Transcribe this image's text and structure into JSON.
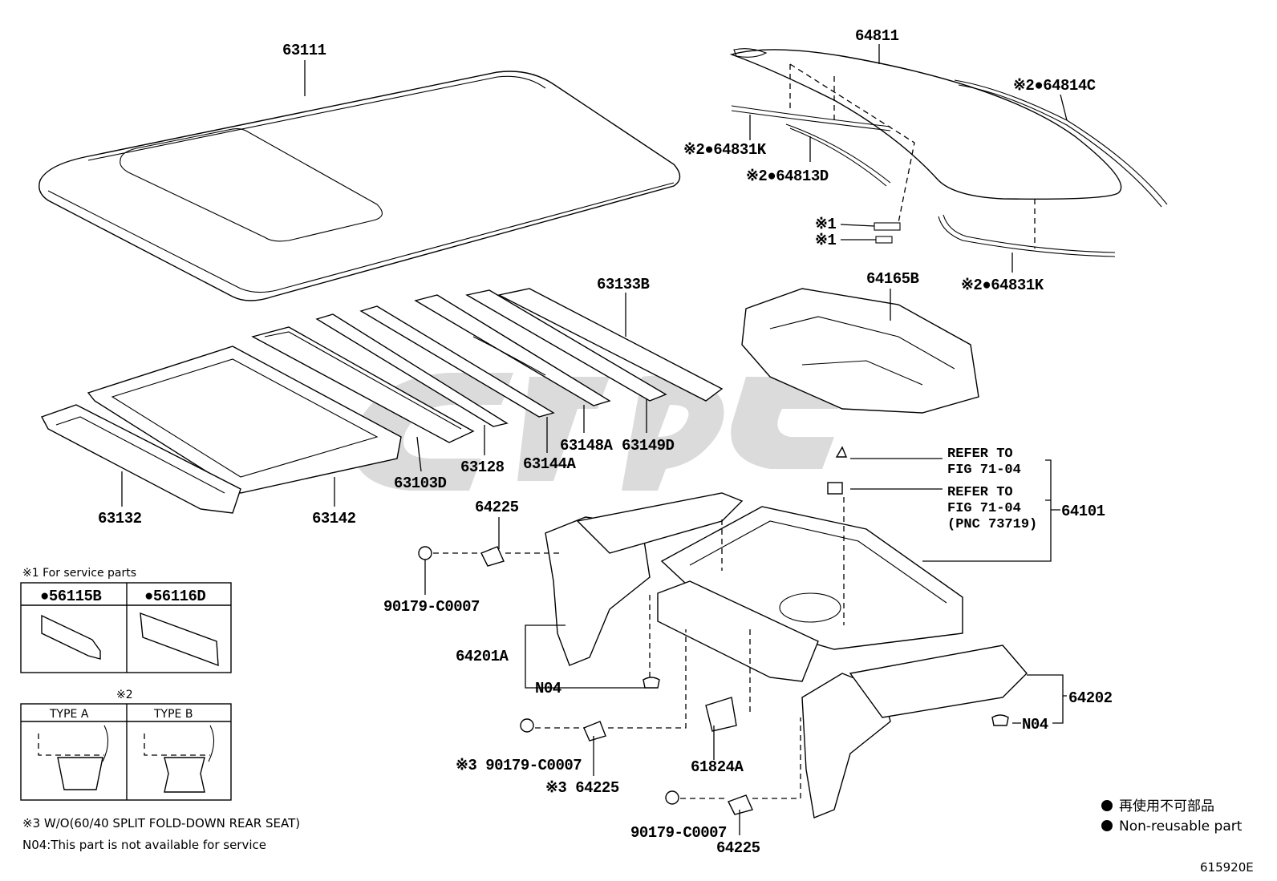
{
  "parts": {
    "p63111": "63111",
    "p64811": "64811",
    "p64814C": "※2●64814C",
    "p64831K_a": "※2●64831K",
    "p64813D": "※2●64813D",
    "star1_a": "※1",
    "star1_b": "※1",
    "p64831K_b": "※2●64831K",
    "p63133B": "63133B",
    "p64165B": "64165B",
    "p63148A": "63148A",
    "p63149D": "63149D",
    "p63144A": "63144A",
    "p63128": "63128",
    "p63103D": "63103D",
    "p63132": "63132",
    "p63142": "63142",
    "p64225_a": "64225",
    "p90179_a": "90179-C0007",
    "p64201A": "64201A",
    "p64101": "64101",
    "p64202": "64202",
    "n04_a": "N04",
    "n04_b": "N04",
    "p61824A": "61824A",
    "p90179_b": "※3 90179-C0007",
    "p64225_b": "※3 64225",
    "p90179_c": "90179-C0007",
    "p64225_c": "64225"
  },
  "refer": {
    "line1_a": "REFER TO",
    "line1_b": "FIG 71-04",
    "line2_a": "REFER TO",
    "line2_b": "FIG 71-04",
    "line2_c": "(PNC 73719)"
  },
  "notes": {
    "service_title": "※1 For service parts",
    "service_part_left": "●56115B",
    "service_part_right": "●56116D",
    "type_title": "※2",
    "type_a": "TYPE A",
    "type_b": "TYPE B",
    "note3": "※3  W/O(60/40 SPLIT FOLD-DOWN REAR SEAT)",
    "n04_note": "N04:This part is not available for service"
  },
  "legend": {
    "reusable_jp": "再使用不可部品",
    "reusable_en": "Non-reusable part"
  },
  "figure_code": "615920E"
}
